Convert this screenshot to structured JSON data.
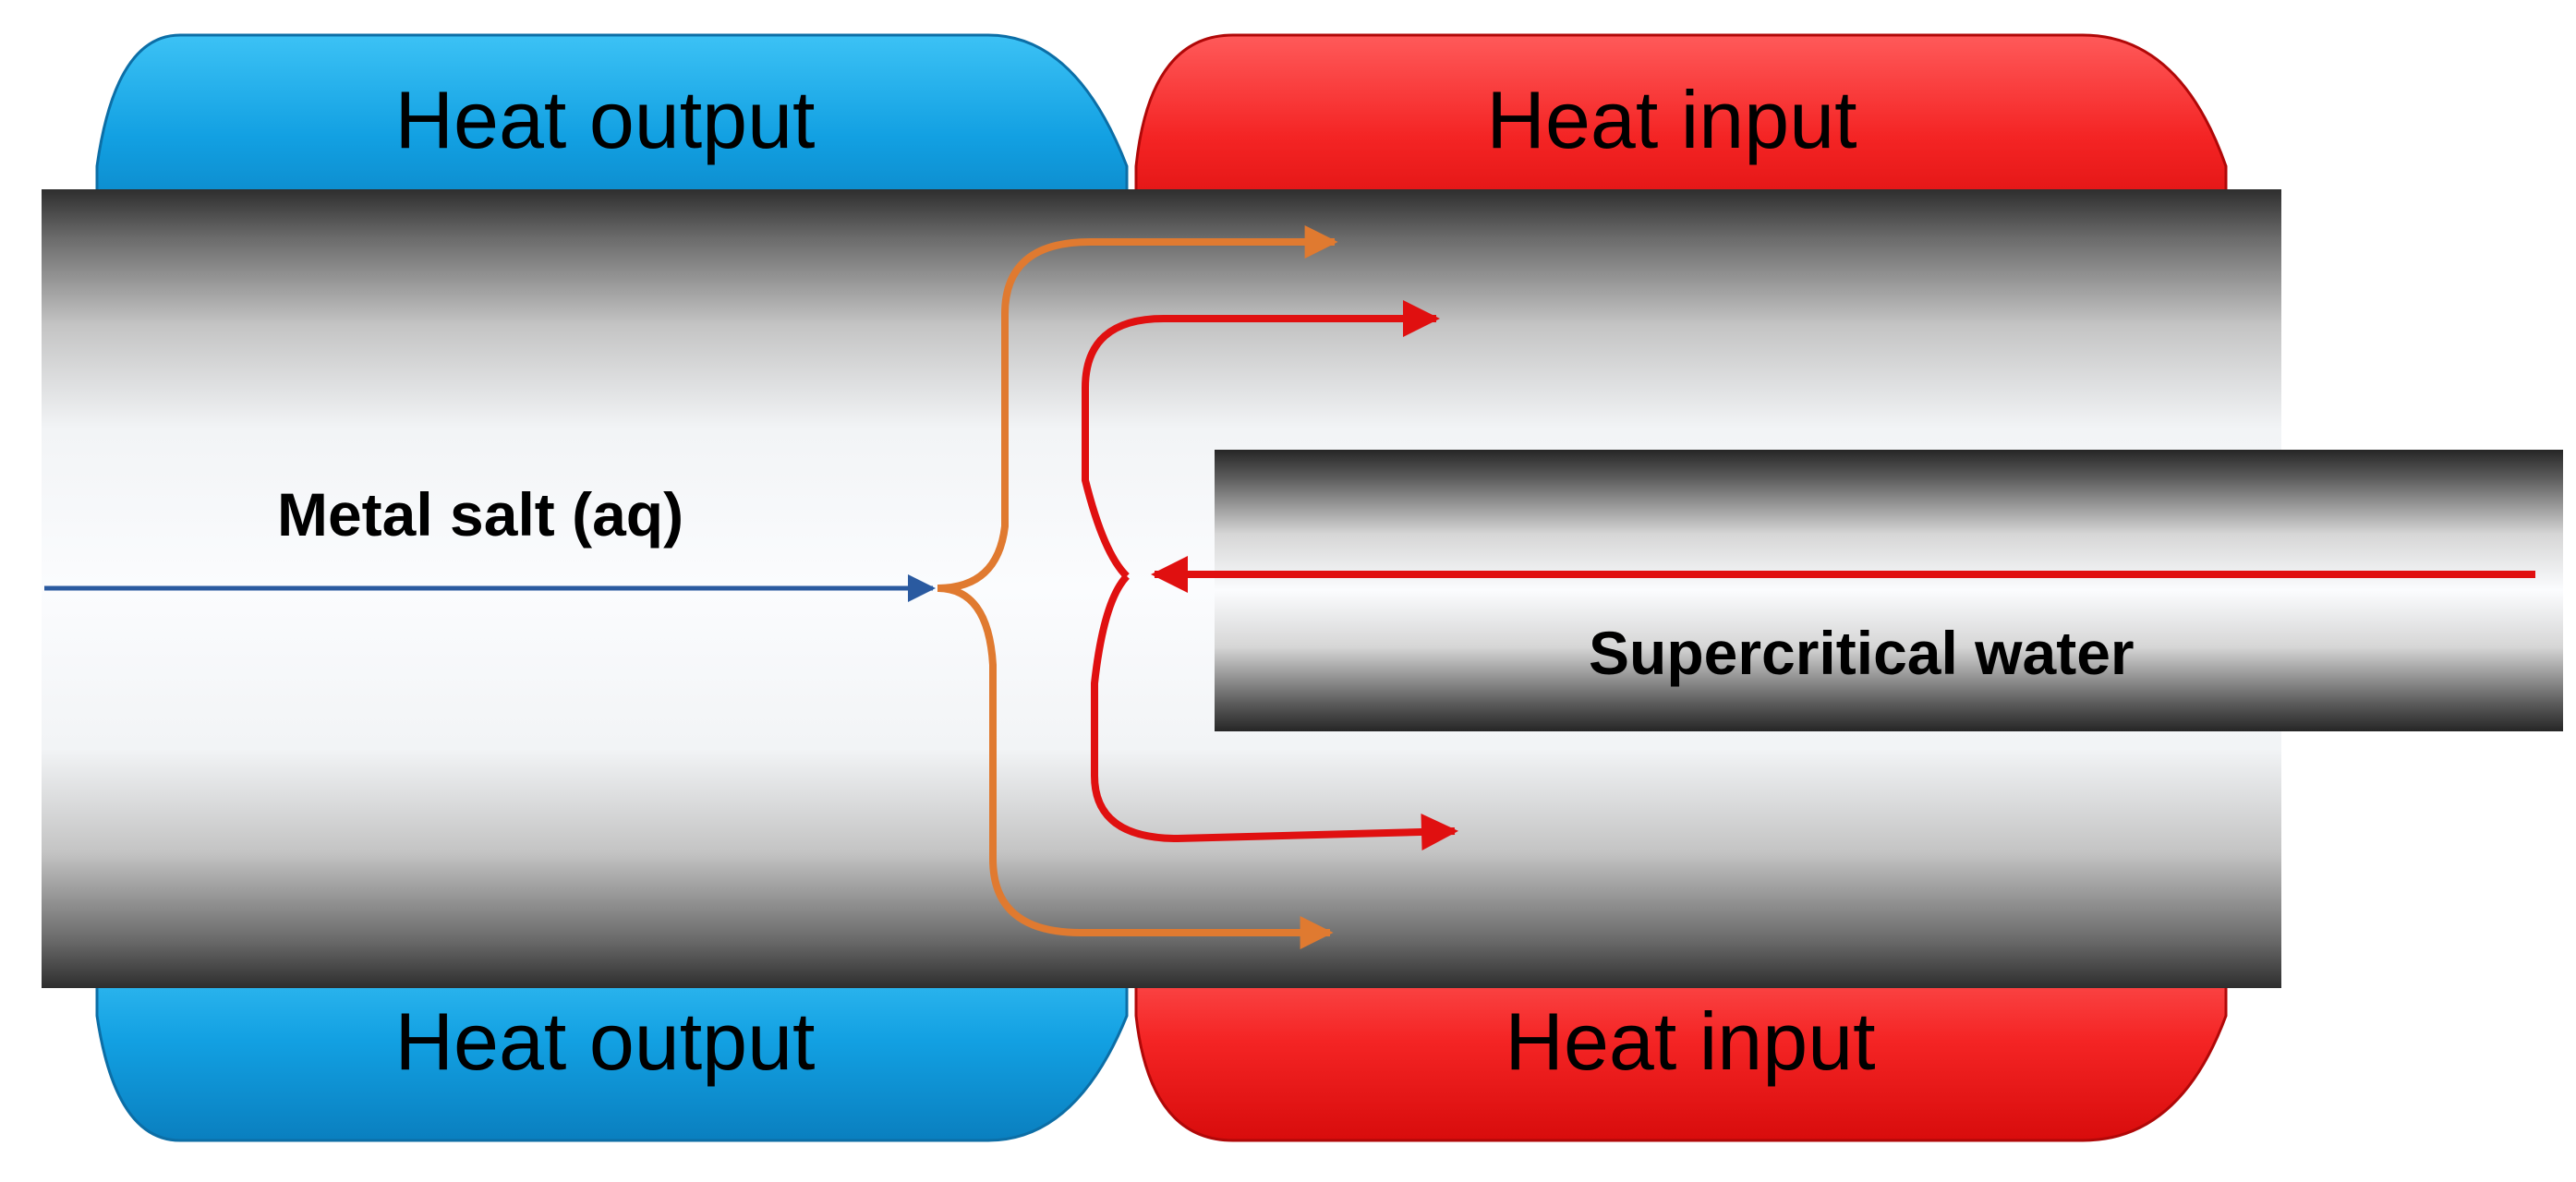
{
  "diagram": {
    "labels": {
      "heat_output_top": "Heat output",
      "heat_input_top": "Heat input",
      "heat_output_bottom": "Heat output",
      "heat_input_bottom": "Heat input",
      "metal_salt": "Metal salt (aq)",
      "supercritical_water": "Supercritical water"
    },
    "colors": {
      "cooling_jacket": "#1aa0e0",
      "heating_jacket": "#f03030",
      "metal_salt_flow": "#2a5aa0",
      "supercritical_flow": "#e01010",
      "mixed_flow": "#e07a30",
      "pipe_metal": "#6e6e6e"
    }
  }
}
